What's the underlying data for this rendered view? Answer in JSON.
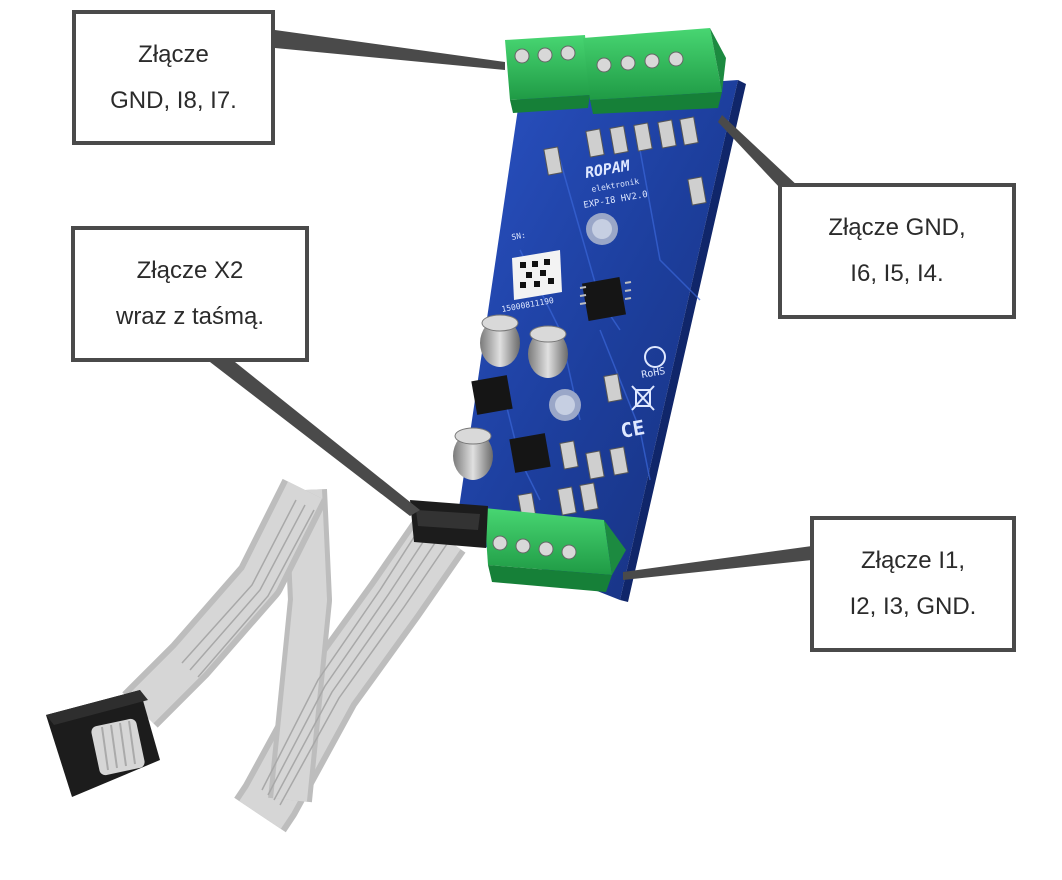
{
  "callouts": {
    "gnd_i8_i7": {
      "line1": "Złącze",
      "line2": "GND, I8, I7."
    },
    "x2": {
      "line1": "Złącze X2",
      "line2": "wraz z taśmą."
    },
    "gnd_i6_i5_i4": {
      "line1": "Złącze GND,",
      "line2": "I6, I5, I4."
    },
    "i1_i2_i3_gnd": {
      "line1": "Złącze I1,",
      "line2": "I2, I3, GND."
    }
  },
  "board_markings": {
    "brand": "ROPAM",
    "brand_sub": "elektronik",
    "model": "EXP-I8 HV2.0",
    "serial_label": "SN:",
    "serial_number": "15000811190",
    "rohs": "RoHS",
    "ce": "CE"
  },
  "colors": {
    "pcb": "#1d3f9e",
    "terminal": "#2fbf5c",
    "callout_border": "#4a4a4a",
    "ribbon": "#c9c9c9",
    "connector": "#1c1c1c"
  }
}
